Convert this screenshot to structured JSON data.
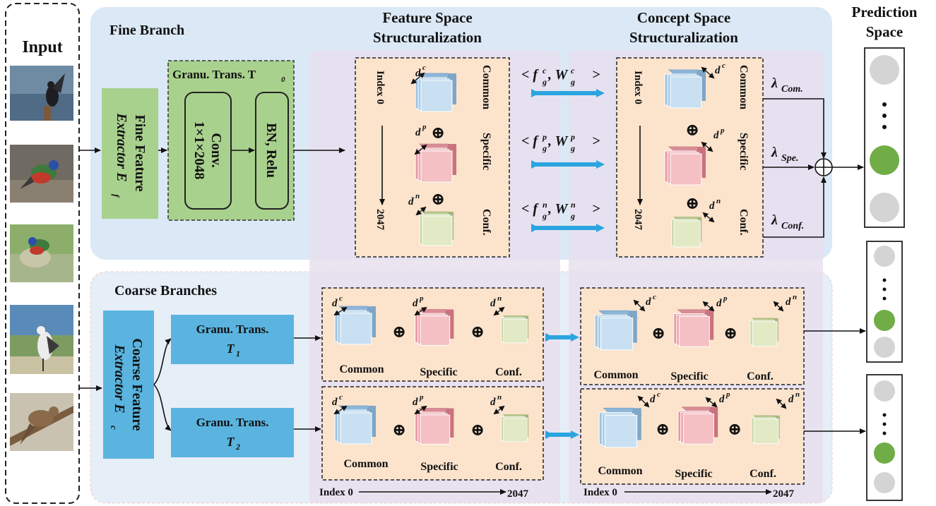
{
  "labels": {
    "input": "Input",
    "fine_branch": "Fine Branch",
    "coarse_branches": "Coarse Branches",
    "feature_space_1": "Feature Space",
    "feature_space_2": "Structuralization",
    "concept_space_1": "Concept Space",
    "concept_space_2": "Structuralization",
    "prediction_1": "Prediction",
    "prediction_2": "Space"
  },
  "fine": {
    "extractor_1": "Fine Feature",
    "extractor_2": "Extractor E",
    "extractor_sub": "f",
    "granu_title": "Granu. Trans. T",
    "granu_sub": "0",
    "conv_1": "Conv.",
    "conv_2": "1×1×2048",
    "bn": "BN, Relu"
  },
  "coarse": {
    "extractor_1": "Coarse Feature",
    "extractor_2": "Extractor E",
    "extractor_sub": "c",
    "granu1_1": "Granu. Trans.",
    "granu1_2": "T",
    "granu1_sub": "1",
    "granu2_1": "Granu. Trans.",
    "granu2_2": "T",
    "granu2_sub": "2"
  },
  "feature": {
    "index_start": "Index 0",
    "index_end": "2047",
    "d_common": "d",
    "d_common_sup": "c",
    "d_specific": "d",
    "d_specific_sup": "p",
    "d_conf": "d",
    "d_conf_sup": "n",
    "common": "Common",
    "specific": "Specific",
    "conf": "Conf.",
    "oplus": "⊕"
  },
  "pairs": {
    "c_f": "f",
    "c_fsup": "c",
    "c_fsub": "g",
    "c_w": "W",
    "c_wsup": "c",
    "c_wsub": "g",
    "p_f": "f",
    "p_fsup": "p",
    "p_fsub": "g",
    "p_w": "W",
    "p_wsup": "p",
    "p_wsub": "g",
    "n_f": "f",
    "n_fsup": "n",
    "n_fsub": "g",
    "n_w": "W",
    "n_wsup": "n",
    "n_wsub": "g",
    "lt": "<",
    "gt": ">",
    "comma": ","
  },
  "weights": {
    "lambda": "λ",
    "com": "Com.",
    "spe": "Spe.",
    "conf": "Conf."
  },
  "colors": {
    "fine_bg": "#dbe8f5",
    "coarse_bg": "#e6eef8",
    "purple_bg": "#e7dfee",
    "peach": "#fbe3cc",
    "green_box": "#a9d18e",
    "blue_box": "#5ab4df",
    "arrow_blue": "#2aa5e0",
    "common_block": "#c8e0f2",
    "specific_block": "#f5b8bd",
    "conf_block": "#dfe8bf",
    "pred_green": "#70ad47",
    "pred_gray": "#d4d4d4"
  }
}
